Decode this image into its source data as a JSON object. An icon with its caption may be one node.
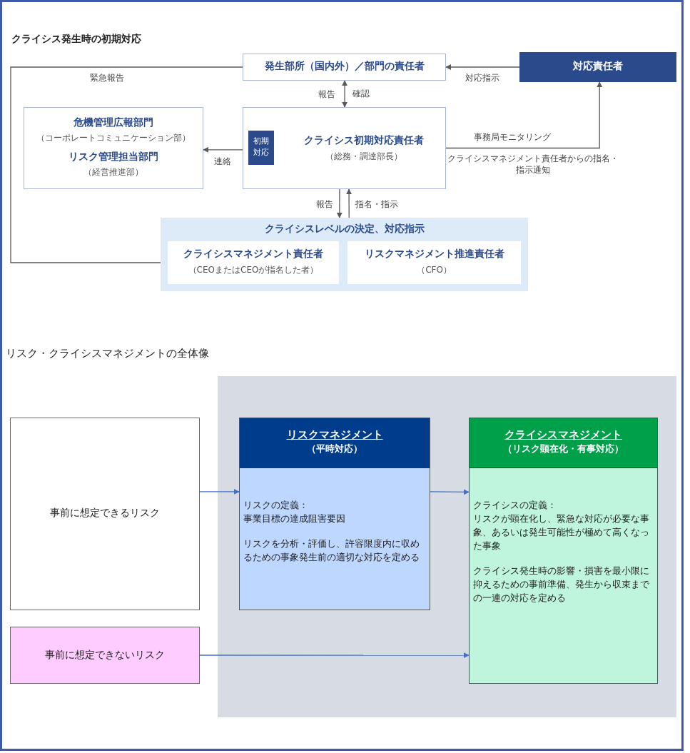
{
  "diagram": {
    "title": "クライシス発生時の初期対応",
    "nodes": [
      {
        "text": [
          "発生部所（国内外）／部門の責任者"
        ]
      },
      {
        "text": [
          "対応責任者"
        ]
      },
      {
        "text": [
          "危機管理広報部門",
          "（コーポレートコミュニケーション部）",
          "リスク管理担当部門",
          "（経営推進部）"
        ]
      },
      {
        "text": [
          "クライシス初期対応責任者",
          "（総務・調達部長）"
        ]
      },
      {
        "text": [
          "初期対応"
        ],
        "in": 3
      },
      {
        "text": [
          "クライシスレベルの決定、対応指示"
        ]
      },
      {
        "text": [
          "クライシスマネジメント責任者",
          "（CEOまたはCEOが指名した者）"
        ],
        "in": 5
      },
      {
        "text": [
          "リスクマネジメント推進責任者",
          "（CFO）"
        ],
        "in": 5
      },
      {
        "text": [
          "事前に想定できるリスク"
        ]
      },
      {
        "text": [
          "事前に想定できないリスク"
        ]
      },
      {
        "text": [
          "リスクマネジメント",
          "（平時対応）",
          "リスクの定義：",
          "事業目標の達成阻害要因",
          "リスクを分析・評価し、許容限度内に収めるための事象発生前の適切な対応を定める"
        ]
      },
      {
        "text": [
          "クライシスマネジメント",
          "（リスク顕在化・有事対応）",
          "クライシスの定義：",
          "リスクが顕在化し、緊急な対応が必要な事象、あるいは発生可能性が極めて高くなった事象",
          "クライシス発生時の影響・損害を最小限に抑えるための事前準備、発生から収束までの一連の対応を定める"
        ]
      }
    ],
    "edges": [
      {
        "from": 0,
        "to": 6,
        "arrow": "to",
        "label": "緊急報告"
      },
      {
        "from": 1,
        "to": 0,
        "arrow": "to",
        "label": "対応指示"
      },
      {
        "from": 0,
        "to": 3,
        "arrow": "both",
        "label": "報告"
      },
      {
        "from": 3,
        "to": 2,
        "arrow": "to",
        "label": "連絡"
      },
      {
        "from": 3,
        "to": 1,
        "arrow": "to",
        "label": "事務局モニタリング"
      },
      {
        "from": 3,
        "to": 5,
        "arrow": "to",
        "label": "報告"
      },
      {
        "from": 5,
        "to": 3,
        "arrow": "to",
        "label": "指名・指示"
      },
      {
        "from": 8,
        "to": 10,
        "arrow": "to",
        "color": "#4472c4"
      },
      {
        "from": 10,
        "to": 11,
        "arrow": "to",
        "color": "#4472c4"
      },
      {
        "from": 9,
        "to": 11,
        "arrow": "to",
        "color": "#4472c4"
      }
    ],
    "labels": [
      "確認",
      "クライシスマネジメント責任者からの指名・指示通知",
      "リスク・クライシスマネジメントの全体像"
    ]
  }
}
